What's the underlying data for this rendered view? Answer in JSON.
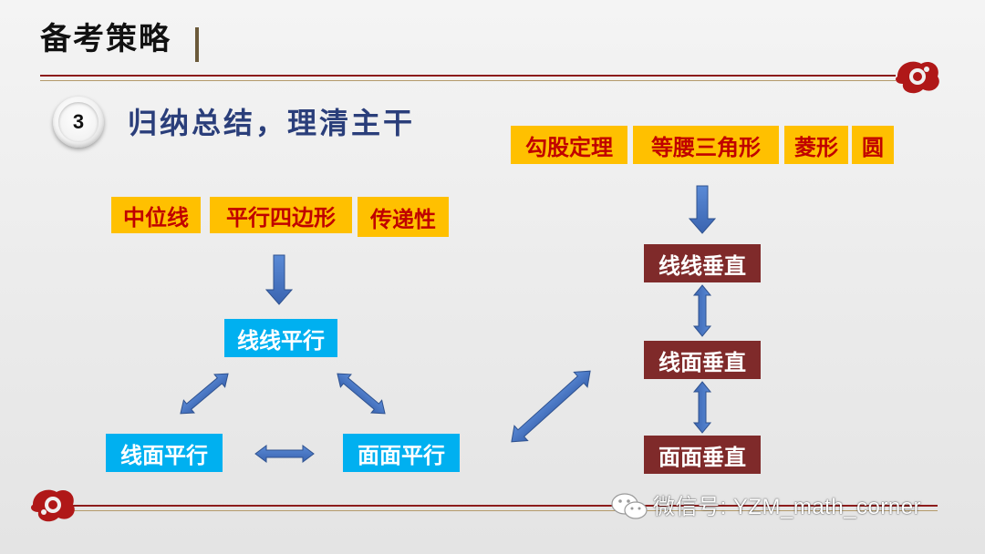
{
  "header": {
    "title": "备考策略"
  },
  "section": {
    "number": "3",
    "title": "归纳总结，理清主干"
  },
  "left_group": {
    "conditions": [
      "中位线",
      "平行四边形",
      "传递性"
    ],
    "line_line": "线线平行",
    "line_plane": "线面平行",
    "plane_plane": "面面平行"
  },
  "right_group": {
    "conditions": [
      "勾股定理",
      "等腰三角形",
      "菱形",
      "圆"
    ],
    "line_line": "线线垂直",
    "line_plane": "线面垂直",
    "plane_plane": "面面垂直"
  },
  "watermark": {
    "text": "微信号: YZM_math_corner"
  },
  "colors": {
    "yellow_box": "#ffc000",
    "yellow_text": "#c00000",
    "blue_box": "#00b0f0",
    "red_box": "#7f2a2a",
    "arrow": "#4472c4",
    "rule": "#8c1c1c"
  }
}
